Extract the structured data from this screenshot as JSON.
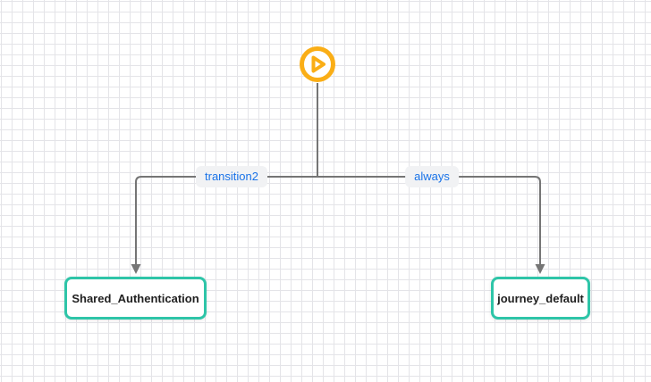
{
  "colors": {
    "canvas-bg": "#ffffff",
    "grid-line": "#e4e4e8",
    "edge": "#757575",
    "edge-label-text": "#1a73e8",
    "edge-label-bg": "#f1f2f4",
    "node-border": "#2ec5a8",
    "node-bg": "#ffffff",
    "node-text": "#212121",
    "start-icon": "#faae16"
  },
  "canvas": {
    "start_node": {
      "type": "start",
      "icon": "play-icon"
    },
    "nodes": [
      {
        "label": "Shared_Authentication"
      },
      {
        "label": "journey_default"
      }
    ],
    "edges": [
      {
        "from": "start",
        "to": "Shared_Authentication",
        "label": "transition2"
      },
      {
        "from": "start",
        "to": "journey_default",
        "label": "always"
      }
    ]
  }
}
